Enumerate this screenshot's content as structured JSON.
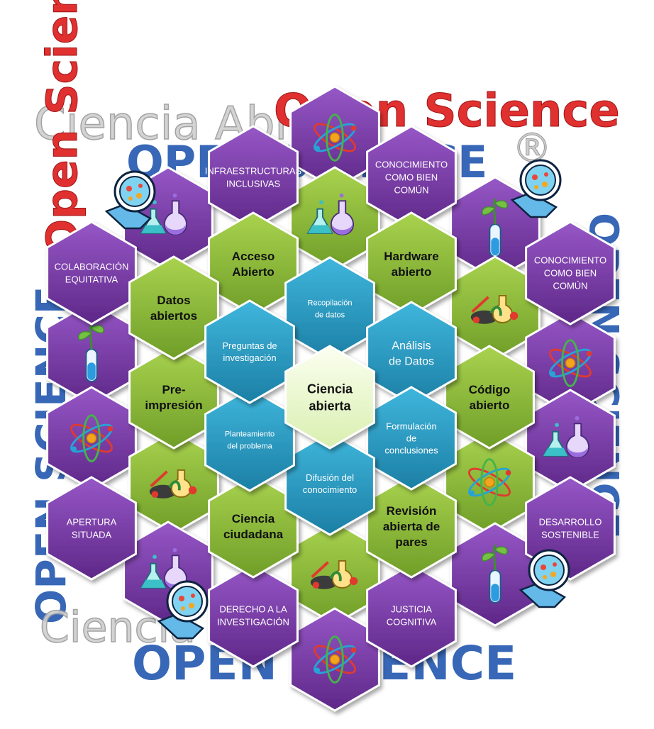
{
  "watermarks": {
    "red_title_top": "Open Science",
    "red_title_vertical": "Open Science",
    "gray_top": "Ciencia Abierta",
    "gray_bottom": "Ciencia",
    "blue_top": "OPEN SCIENCE",
    "blue_bottom": "OPEN SCIENCE",
    "blue_left_vertical": "OPEN SCIENCE",
    "blue_right_vertical": "OPEN SCIENCE",
    "registered_mark": "®"
  },
  "colors": {
    "purple": "#7b3aa8",
    "purple_dark": "#4f2173",
    "green": "#8fbd3a",
    "green_dark": "#5c8a1d",
    "teal": "#2a9fc4",
    "teal_dark": "#14708f",
    "center": "#eefad4",
    "red_watermark": "#e03030",
    "blue_watermark": "#2d5fb3",
    "gray_watermark": "#b5b5b5"
  },
  "center": {
    "label": "Ciencia\nabierta"
  },
  "inner_ring": [
    {
      "id": "recopilacion",
      "label": "Recopilación\nde datos"
    },
    {
      "id": "analisis",
      "label": "Análisis\nde Datos"
    },
    {
      "id": "formulacion",
      "label": "Formulación\nde\nconclusiones"
    },
    {
      "id": "difusion",
      "label": "Difusión del\nconocimiento"
    },
    {
      "id": "planteamiento",
      "label": "Planteamiento\ndel problema"
    },
    {
      "id": "preguntas",
      "label": "Preguntas de\ninvestigación"
    }
  ],
  "middle_ring": [
    {
      "id": "acceso",
      "label": "Acceso\nAbierto"
    },
    {
      "id": "hardware",
      "label": "Hardware\nabierto"
    },
    {
      "id": "codigo",
      "label": "Código\nabierto"
    },
    {
      "id": "revision",
      "label": "Revisión\nabierta de\npares"
    },
    {
      "id": "ciudadana",
      "label": "Ciencia\nciudadana"
    },
    {
      "id": "preimpresion",
      "label": "Pre-\nimpresión"
    },
    {
      "id": "datos",
      "label": "Datos\nabiertos"
    }
  ],
  "outer_ring": [
    {
      "id": "infraestructuras",
      "label": "INFRAESTRUCTURAS\nINCLUSIVAS"
    },
    {
      "id": "bien-comun-1",
      "label": "CONOCIMIENTO\nCOMO BIEN\nCOMÚN"
    },
    {
      "id": "bien-comun-2",
      "label": "CONOCIMIENTO\nCOMO BIEN\nCOMÚN"
    },
    {
      "id": "desarrollo",
      "label": "DESARROLLO\nSOSTENIBLE"
    },
    {
      "id": "justicia",
      "label": "JUSTICIA\nCOGNITIVA"
    },
    {
      "id": "derecho",
      "label": "DERECHO A LA\nINVESTIGACIÓN"
    },
    {
      "id": "apertura",
      "label": "APERTURA\nSITUADA"
    },
    {
      "id": "colaboracion",
      "label": "COLABORACIÓN\nEQUITATIVA"
    }
  ],
  "icons": {
    "atom": "atom-icon",
    "flask": "lab-flasks-icon",
    "test_tube": "plant-test-tube-icon",
    "lab_tools": "lab-tools-icon",
    "petri": "petri-dish-magnifier-icon"
  }
}
